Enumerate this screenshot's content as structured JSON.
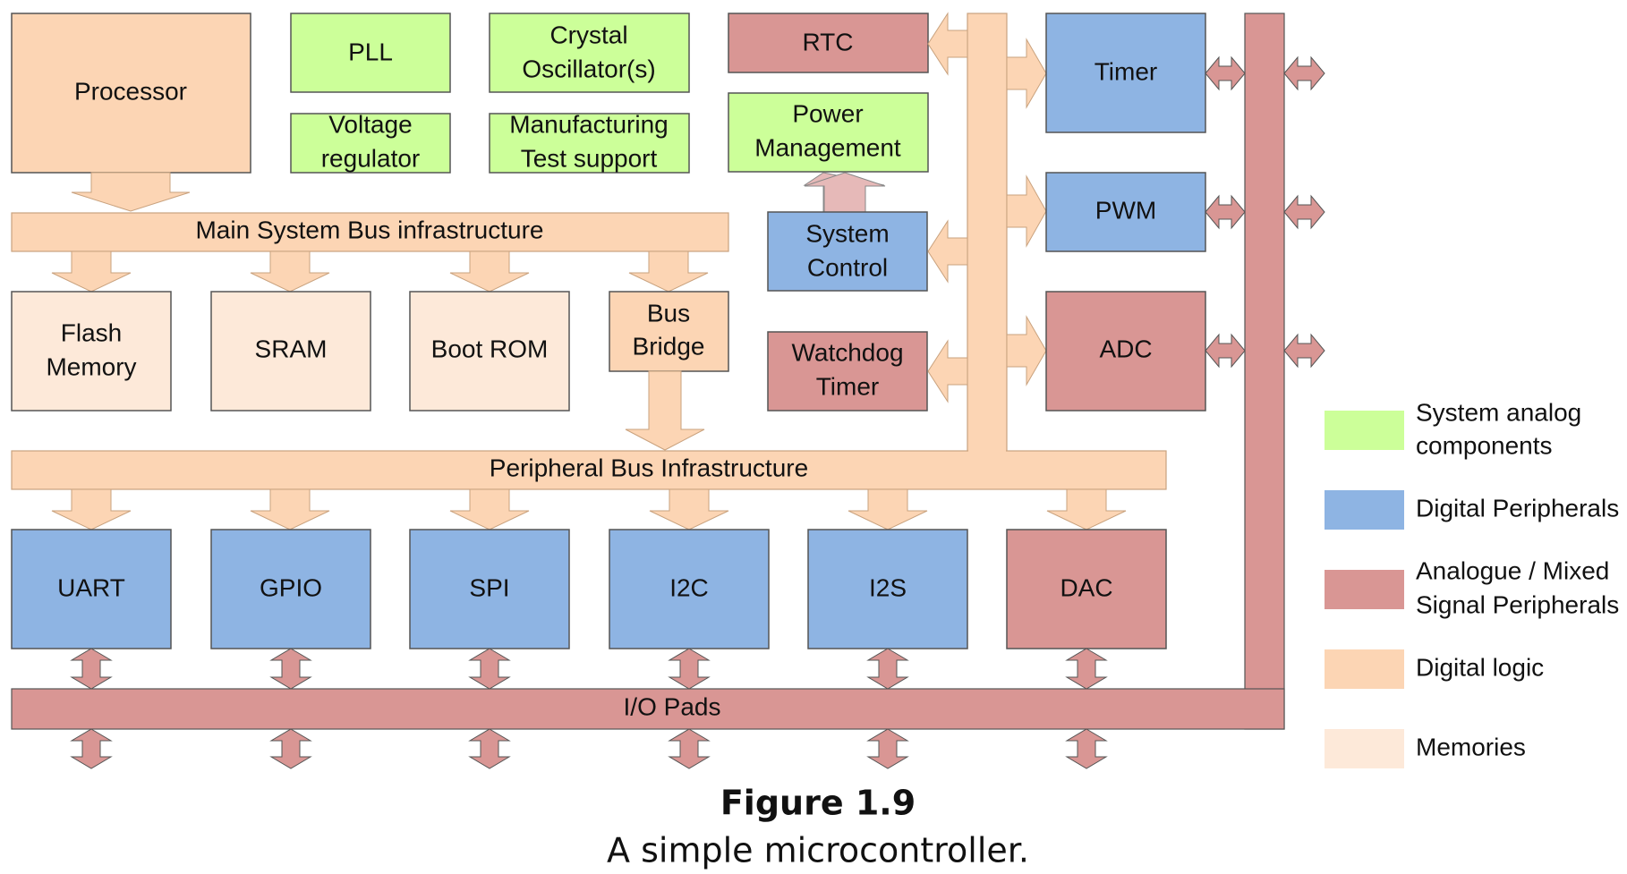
{
  "colors": {
    "system_analog": "#ccff99",
    "digital_peripheral": "#8eb4e3",
    "analog_mixed": "#d99694",
    "digital_logic": "#fcd5b4",
    "memory": "#fde9d9",
    "border_dark": "#555555",
    "bus_border": "#c9a27e",
    "arrow_light": "#e6b9b8"
  },
  "icons": {
    "bus_arrow": "down-arrow-icon",
    "side_arrow": "left-right-arrow-icon",
    "pad_arrow": "up-down-arrow-icon"
  },
  "blocks": {
    "processor": "Processor",
    "pll": "PLL",
    "crystal_line1": "Crystal",
    "crystal_line2": "Oscillator(s)",
    "voltage_line1": "Voltage",
    "voltage_line2": "regulator",
    "manufacturing_line1": "Manufacturing",
    "manufacturing_line2": "Test support",
    "rtc": "RTC",
    "power_line1": "Power",
    "power_line2": "Management",
    "system_control_line1": "System",
    "system_control_line2": "Control",
    "watchdog_line1": "Watchdog",
    "watchdog_line2": "Timer",
    "timer": "Timer",
    "pwm": "PWM",
    "adc": "ADC",
    "main_bus": "Main System Bus infrastructure",
    "flash_line1": "Flash",
    "flash_line2": "Memory",
    "sram": "SRAM",
    "boot_rom": "Boot ROM",
    "bus_bridge_line1": "Bus",
    "bus_bridge_line2": "Bridge",
    "peripheral_bus": "Peripheral Bus Infrastructure",
    "uart": "UART",
    "gpio": "GPIO",
    "spi": "SPI",
    "i2c": "I2C",
    "i2s": "I2S",
    "dac": "DAC",
    "io_pads": "I/O Pads"
  },
  "legend": {
    "system_analog_line1": "System analog",
    "system_analog_line2": "components",
    "digital_peripherals": "Digital Peripherals",
    "analog_mixed_line1": "Analogue / Mixed",
    "analog_mixed_line2": "Signal Peripherals",
    "digital_logic": "Digital logic",
    "memories": "Memories"
  },
  "caption": {
    "title": "Figure 1.9",
    "subtitle": "A simple microcontroller."
  }
}
